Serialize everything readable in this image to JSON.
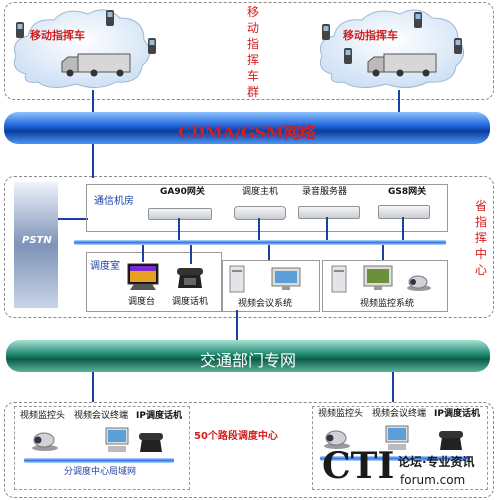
{
  "top": {
    "left_cloud_label": "移动指挥车",
    "right_cloud_label": "移动指挥车",
    "side_label": [
      "移",
      "动",
      "指",
      "挥",
      "车",
      "群"
    ]
  },
  "networks": {
    "cdma": "CDMA/GSM网络",
    "transport": "交通部门专网"
  },
  "center": {
    "side_label": [
      "省",
      "指",
      "挥",
      "中",
      "心"
    ],
    "pstn": "PSTN",
    "comm_room": "通信机房",
    "devices": [
      "GA90网关",
      "调度主机",
      "录音服务器",
      "GS8网关"
    ],
    "dispatch_room": "调度室",
    "dispatch_items": [
      "调度台",
      "调度话机"
    ],
    "video_conf": "视频会议系统",
    "video_monitor": "视频监控系统"
  },
  "bottom": {
    "left_items": [
      "视频监控头",
      "视频会议终端",
      "IP调度话机"
    ],
    "right_items": [
      "视频监控头",
      "视频会议终端",
      "IP调度话机"
    ],
    "center_title": "50个路段调度中心",
    "lan_label": "分调度中心局域网"
  },
  "watermark": {
    "cti": "CTI",
    "forum": "论坛·专业资讯",
    "domain": "forum.com"
  }
}
